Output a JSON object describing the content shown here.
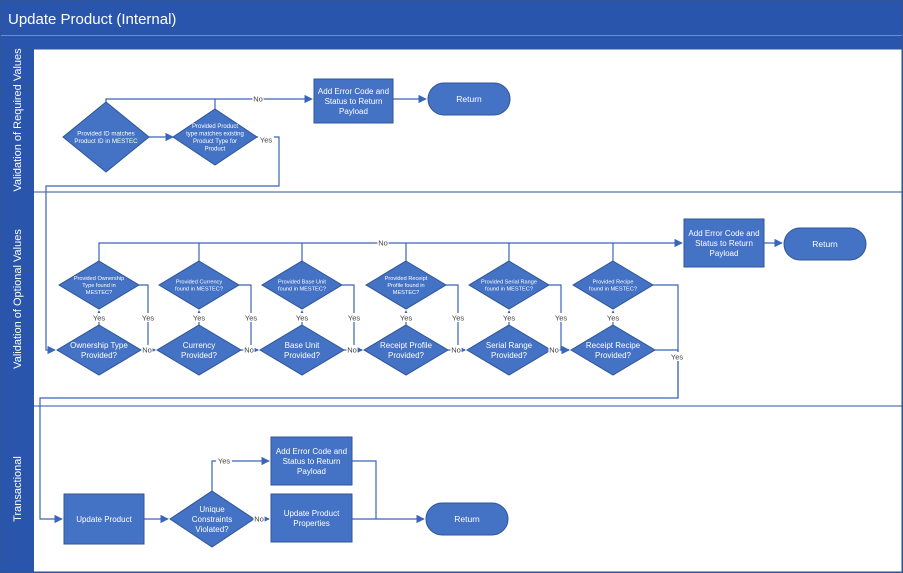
{
  "title": "Update Product (Internal)",
  "colors": {
    "header": "#2a55ad",
    "node_fill": "#4472c4",
    "node_stroke": "#2f5597",
    "lane_fill": "#ffffff",
    "connector": "#3b65b8"
  },
  "lanes": [
    {
      "id": "lane-required",
      "label": "Validation of Required Values"
    },
    {
      "id": "lane-optional",
      "label": "Validation of Optional Values"
    },
    {
      "id": "lane-transactional",
      "label": "Transactional"
    }
  ],
  "nodes": [
    {
      "id": "req_id",
      "shape": "diamond",
      "text": "Provided ID matches Product ID in MESTEC"
    },
    {
      "id": "req_type",
      "shape": "diamond",
      "text": "Provided Product type matches existing Product Type for Product"
    },
    {
      "id": "err1",
      "shape": "rect",
      "text": "Add Error Code and Status to Return Payload"
    },
    {
      "id": "ret1",
      "shape": "terminator",
      "text": "Return"
    },
    {
      "id": "own_found",
      "shape": "diamond",
      "text": "Provided Ownership Type found in MESTEC?"
    },
    {
      "id": "cur_found",
      "shape": "diamond",
      "text": "Provided Currency found in MESTEC?"
    },
    {
      "id": "bu_found",
      "shape": "diamond",
      "text": "Provided Base Unit found in MESTEC?"
    },
    {
      "id": "rp_found",
      "shape": "diamond",
      "text": "Provided Receipt Profile found in MESTEC?"
    },
    {
      "id": "sr_found",
      "shape": "diamond",
      "text": "Provided Serial Range found in MESTEC?"
    },
    {
      "id": "rr_found",
      "shape": "diamond",
      "text": "Provided Recipe found in MESTEC?"
    },
    {
      "id": "own_prov",
      "shape": "diamond",
      "text": "Ownership Type Provided?"
    },
    {
      "id": "cur_prov",
      "shape": "diamond",
      "text": "Currency Provided?"
    },
    {
      "id": "bu_prov",
      "shape": "diamond",
      "text": "Base Unit Provided?"
    },
    {
      "id": "rp_prov",
      "shape": "diamond",
      "text": "Receipt Profile Provided?"
    },
    {
      "id": "sr_prov",
      "shape": "diamond",
      "text": "Serial Range Provided?"
    },
    {
      "id": "rr_prov",
      "shape": "diamond",
      "text": "Receipt Recipe Provided?"
    },
    {
      "id": "err2",
      "shape": "rect",
      "text": "Add Error Code and Status to Return Payload"
    },
    {
      "id": "ret2",
      "shape": "terminator",
      "text": "Return"
    },
    {
      "id": "upd",
      "shape": "rect",
      "text": "Update Product"
    },
    {
      "id": "uniq",
      "shape": "diamond",
      "text": "Unique Constraints Violated?"
    },
    {
      "id": "err3",
      "shape": "rect",
      "text": "Add Error Code and Status to Return Payload"
    },
    {
      "id": "upd_props",
      "shape": "rect",
      "text": "Update Product Properties"
    },
    {
      "id": "ret3",
      "shape": "terminator",
      "text": "Return"
    }
  ],
  "edges": [
    {
      "from": "req_id",
      "to": "req_type",
      "label": ""
    },
    {
      "from": "req_id",
      "to": "err1",
      "label": "No"
    },
    {
      "from": "req_type",
      "to": "err1",
      "label": "No"
    },
    {
      "from": "err1",
      "to": "ret1",
      "label": ""
    },
    {
      "from": "req_type",
      "to": "own_prov",
      "label": "Yes"
    },
    {
      "from": "own_prov",
      "to": "own_found",
      "label": "Yes"
    },
    {
      "from": "own_found",
      "to": "cur_prov",
      "label": "Yes"
    },
    {
      "from": "own_prov",
      "to": "cur_prov",
      "label": "No"
    },
    {
      "from": "cur_prov",
      "to": "cur_found",
      "label": "Yes"
    },
    {
      "from": "cur_found",
      "to": "bu_prov",
      "label": "Yes"
    },
    {
      "from": "cur_prov",
      "to": "bu_prov",
      "label": "No"
    },
    {
      "from": "bu_prov",
      "to": "bu_found",
      "label": "Yes"
    },
    {
      "from": "bu_found",
      "to": "rp_prov",
      "label": "Yes"
    },
    {
      "from": "bu_prov",
      "to": "rp_prov",
      "label": "No"
    },
    {
      "from": "rp_prov",
      "to": "rp_found",
      "label": "Yes"
    },
    {
      "from": "rp_found",
      "to": "sr_prov",
      "label": "Yes"
    },
    {
      "from": "rp_prov",
      "to": "sr_prov",
      "label": "No"
    },
    {
      "from": "sr_prov",
      "to": "sr_found",
      "label": "Yes"
    },
    {
      "from": "sr_found",
      "to": "rr_prov",
      "label": "Yes"
    },
    {
      "from": "sr_prov",
      "to": "rr_prov",
      "label": "No"
    },
    {
      "from": "rr_prov",
      "to": "rr_found",
      "label": "Yes"
    },
    {
      "from": "own_found",
      "to": "err2",
      "label": "No"
    },
    {
      "from": "cur_found",
      "to": "err2",
      "label": ""
    },
    {
      "from": "bu_found",
      "to": "err2",
      "label": ""
    },
    {
      "from": "rp_found",
      "to": "err2",
      "label": ""
    },
    {
      "from": "sr_found",
      "to": "err2",
      "label": ""
    },
    {
      "from": "rr_found",
      "to": "err2",
      "label": ""
    },
    {
      "from": "err2",
      "to": "ret2",
      "label": ""
    },
    {
      "from": "rr_found",
      "to": "upd",
      "label": ""
    },
    {
      "from": "rr_prov",
      "to": "upd",
      "label": "Yes"
    },
    {
      "from": "upd",
      "to": "uniq",
      "label": ""
    },
    {
      "from": "uniq",
      "to": "err3",
      "label": "Yes"
    },
    {
      "from": "uniq",
      "to": "upd_props",
      "label": "No"
    },
    {
      "from": "err3",
      "to": "ret3",
      "label": ""
    },
    {
      "from": "upd_props",
      "to": "ret3",
      "label": ""
    }
  ]
}
